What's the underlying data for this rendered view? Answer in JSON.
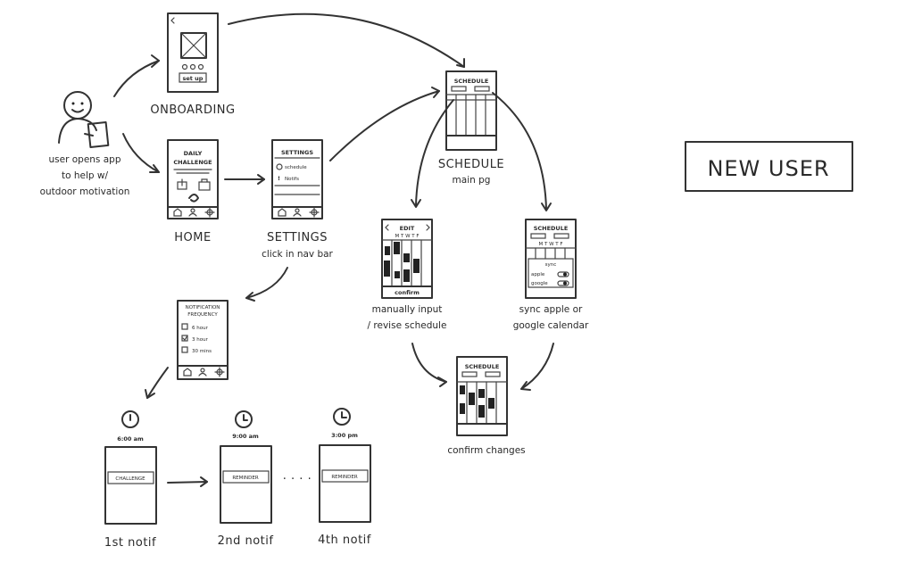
{
  "user": {
    "line1": "user opens app",
    "line2": "to help w/",
    "line3": "outdoor motivation"
  },
  "onboarding": {
    "caption": "ONBOARDING",
    "button": "set up"
  },
  "home": {
    "caption": "HOME",
    "title1": "DAILY",
    "title2": "CHALLENGE"
  },
  "settings": {
    "caption": "SETTINGS",
    "note": "click in nav bar",
    "title": "SETTINGS",
    "item1": "schedule",
    "item2": "Notifs"
  },
  "schedule_main": {
    "title": "SCHEDULE",
    "caption": "SCHEDULE",
    "note": "main pg"
  },
  "edit": {
    "title": "EDIT",
    "days": "M T W T F",
    "confirm": "confirm",
    "caption1": "manually input",
    "caption2": "/ revise schedule"
  },
  "sync": {
    "title": "SCHEDULE",
    "days": "M T W T F",
    "sync_label": "sync",
    "apple": "apple",
    "google": "google",
    "caption1": "sync apple or",
    "caption2": "google calendar"
  },
  "confirm_screen": {
    "title": "SCHEDULE",
    "caption": "confirm changes"
  },
  "notif_freq": {
    "title1": "NOTIFICATION",
    "title2": "FREQUENCY",
    "opt1": "6 hour",
    "opt2": "3 hour",
    "opt3": "30 mins"
  },
  "notifs": [
    {
      "time": "6:00 am",
      "button": "CHALLENGE",
      "caption": "1st notif"
    },
    {
      "time": "9:00 am",
      "button": "REMINDER",
      "caption": "2nd notif"
    },
    {
      "time": "3:00 pm",
      "button": "REMINDER",
      "caption": "4th notif"
    }
  ],
  "ellipsis": "· · · ·",
  "badge": "NEW USER"
}
